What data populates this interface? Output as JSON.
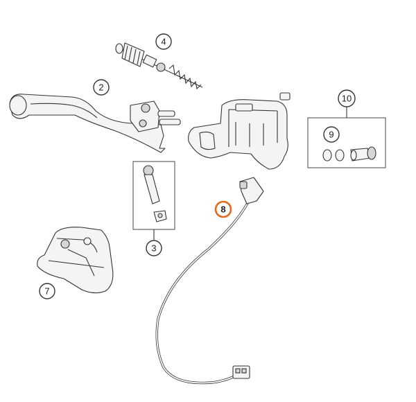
{
  "callouts": [
    {
      "id": "4",
      "label": "4",
      "highlight": false
    },
    {
      "id": "2",
      "label": "2",
      "highlight": false
    },
    {
      "id": "10",
      "label": "10",
      "highlight": false
    },
    {
      "id": "9",
      "label": "9",
      "highlight": false
    },
    {
      "id": "8",
      "label": "8",
      "highlight": true
    },
    {
      "id": "3",
      "label": "3",
      "highlight": false
    },
    {
      "id": "7",
      "label": "7",
      "highlight": false
    }
  ],
  "colors": {
    "highlight": "#e06a1b",
    "stroke": "#333333",
    "part_fill": "#f4f4f4"
  }
}
